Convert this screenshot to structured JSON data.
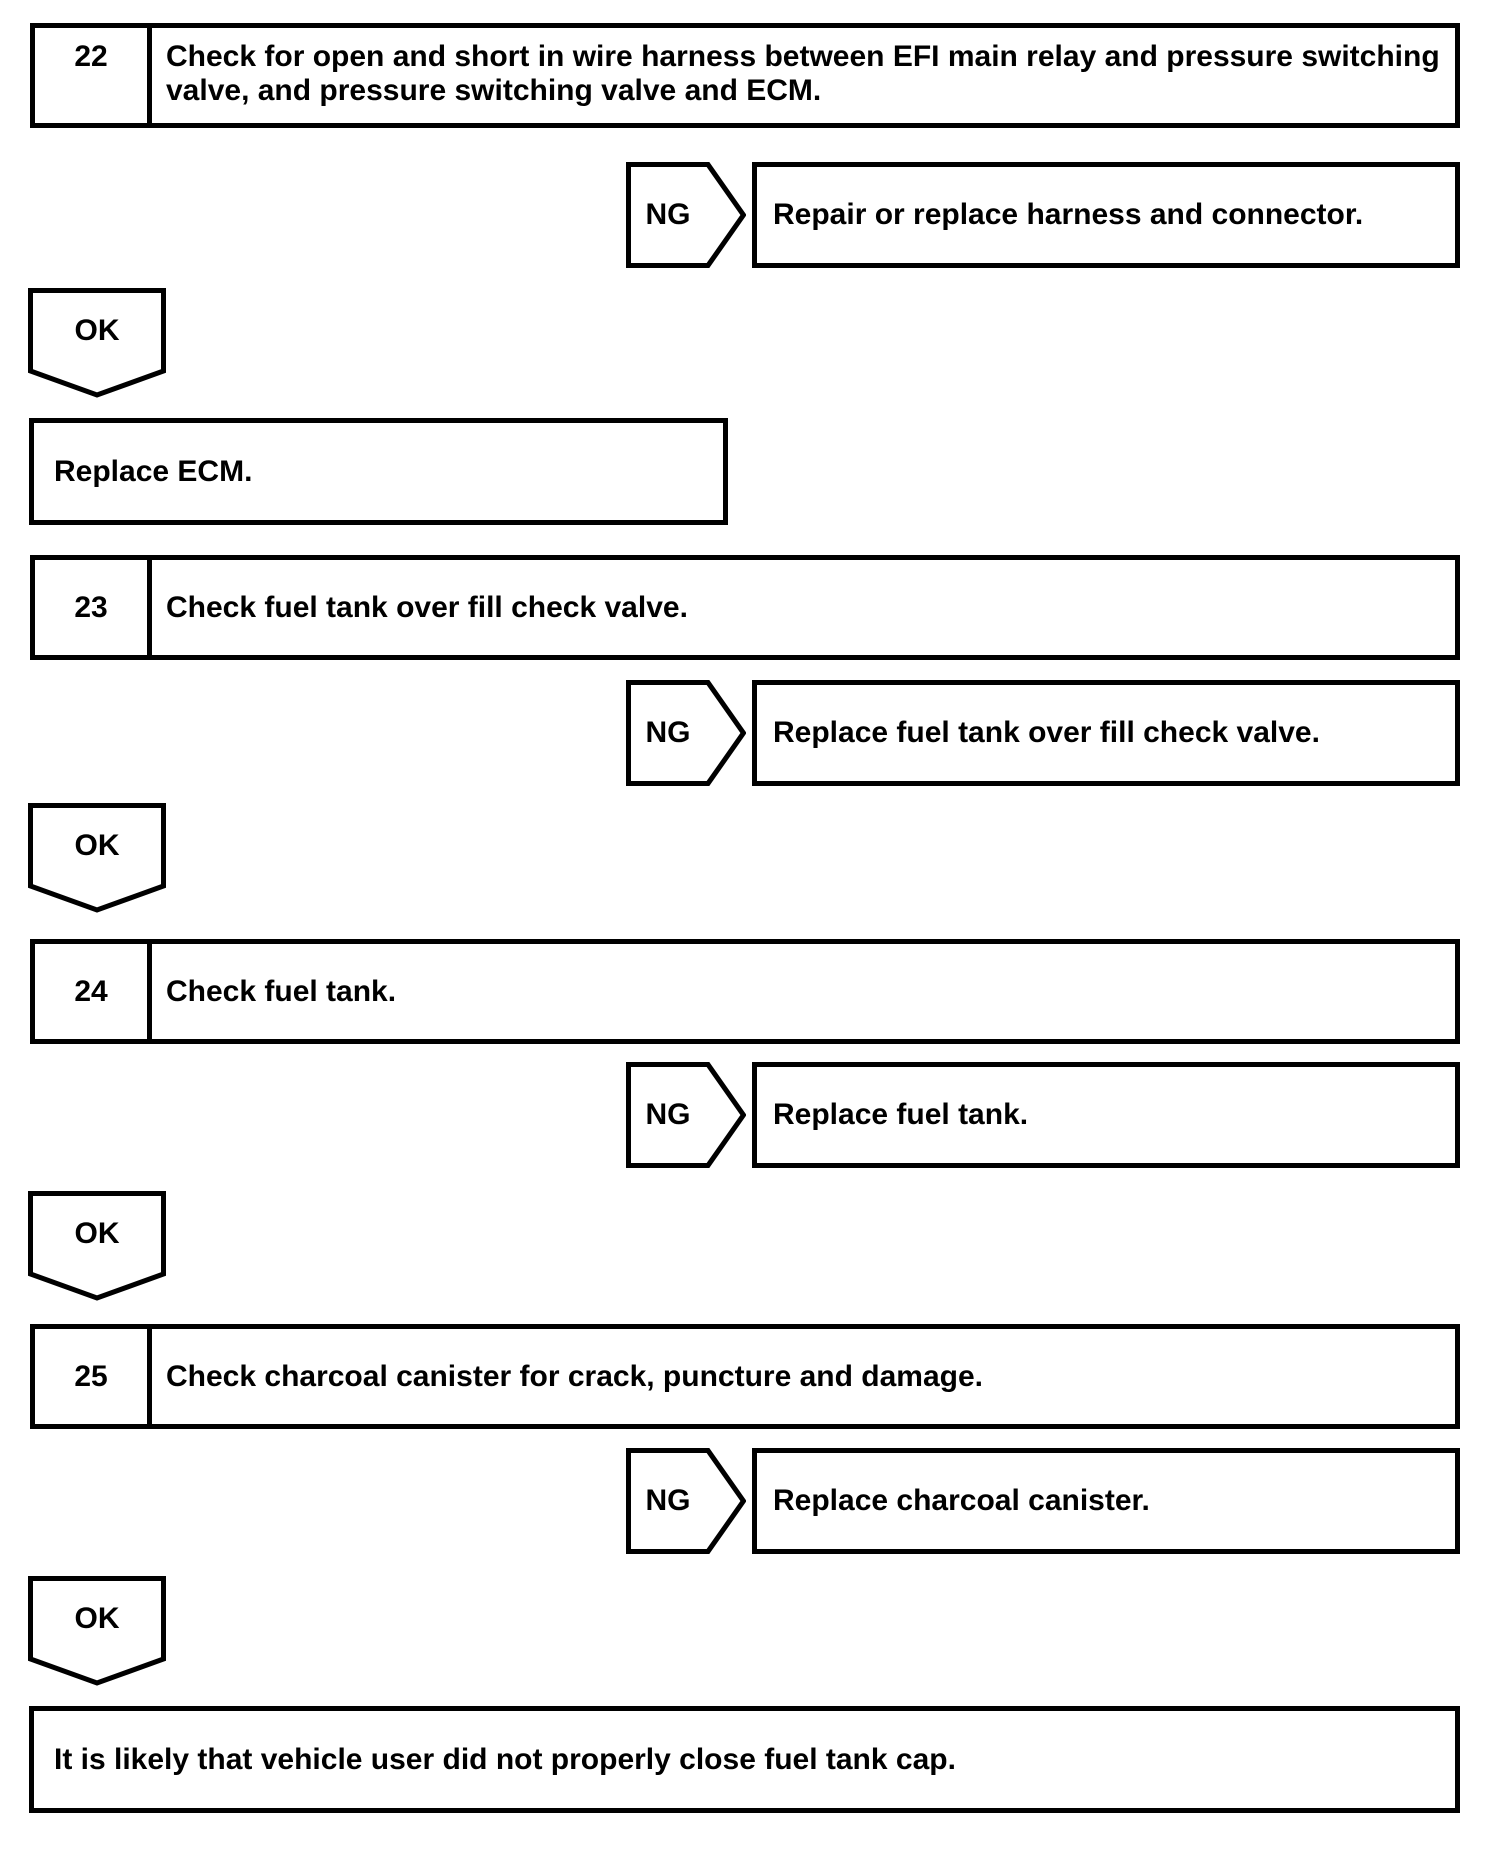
{
  "page": {
    "background": "#ffffff",
    "stroke_color": "#000000",
    "text_color": "#000000"
  },
  "nodes": [
    {
      "type": "step",
      "number": "22",
      "text": "Check for open and short in wire harness between EFI main relay and pressure switching valve, and pressure switching valve and ECM."
    },
    {
      "type": "ng_branch",
      "label": "NG",
      "text": "Repair or replace harness and connector."
    },
    {
      "type": "ok_connector",
      "label": "OK"
    },
    {
      "type": "action",
      "text": "Replace ECM."
    },
    {
      "type": "step",
      "number": "23",
      "text": "Check fuel tank over fill check valve."
    },
    {
      "type": "ng_branch",
      "label": "NG",
      "text": "Replace fuel tank over fill check valve."
    },
    {
      "type": "ok_connector",
      "label": "OK"
    },
    {
      "type": "step",
      "number": "24",
      "text": "Check fuel tank."
    },
    {
      "type": "ng_branch",
      "label": "NG",
      "text": "Replace fuel tank."
    },
    {
      "type": "ok_connector",
      "label": "OK"
    },
    {
      "type": "step",
      "number": "25",
      "text": "Check charcoal canister for crack, puncture and damage."
    },
    {
      "type": "ng_branch",
      "label": "NG",
      "text": "Replace charcoal canister."
    },
    {
      "type": "ok_connector",
      "label": "OK"
    },
    {
      "type": "action",
      "text": "It is likely that vehicle user did not properly close fuel tank cap."
    }
  ]
}
